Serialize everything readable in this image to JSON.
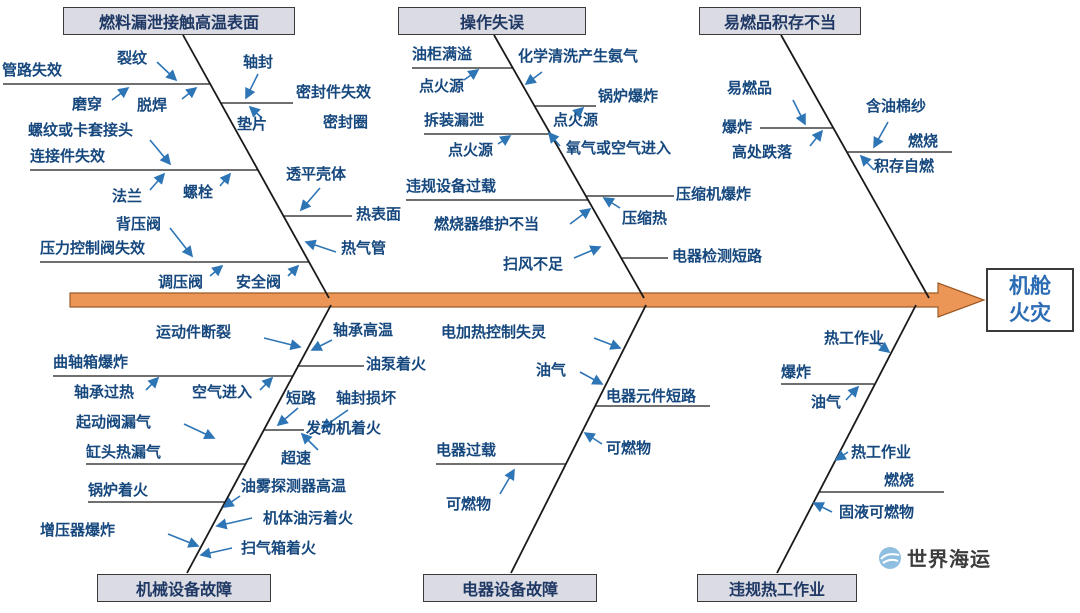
{
  "effect": {
    "label": "机舱火灾",
    "line1": "机舱",
    "line2": "火灾"
  },
  "watermark": {
    "text": "世界海运",
    "icon": "globe-icon"
  },
  "colors": {
    "spine": "#EB9556",
    "spine_border": "#9C5A28",
    "arrow": "#2E75B6",
    "label_text": "#16487E",
    "category_fill": "#DBDBE4",
    "effect_text": "#2B6CB5"
  },
  "branches": [
    {
      "title": "燃料漏泄接触高温表面",
      "labels": [
        "裂纹",
        "管路失效",
        "磨穿",
        "脱焊",
        "螺纹或卡套接头",
        "连接件失效",
        "法兰",
        "螺栓",
        "背压阀",
        "压力控制阀失效",
        "调压阀",
        "安全阀",
        "轴封",
        "密封件失效",
        "垫片",
        "密封圈",
        "透平壳体",
        "热表面",
        "热气管"
      ]
    },
    {
      "title": "操作失误",
      "labels": [
        "油柜满溢",
        "点火源",
        "拆装漏泄",
        "点火源",
        "违规设备过载",
        "燃烧器维护不当",
        "扫风不足",
        "化学清洗产生氨气",
        "锅炉爆炸",
        "点火源",
        "氧气或空气进入",
        "压缩机爆炸",
        "压缩热",
        "电器检测短路"
      ]
    },
    {
      "title": "易燃品积存不当",
      "labels": [
        "易燃品",
        "爆炸",
        "高处跌落",
        "含油棉纱",
        "燃烧",
        "积存自燃"
      ]
    },
    {
      "title": "机械设备故障",
      "labels": [
        "运动件断裂",
        "曲轴箱爆炸",
        "轴承过热",
        "空气进入",
        "起动阀漏气",
        "缸头热漏气",
        "锅炉着火",
        "增压器爆炸",
        "轴承高温",
        "油泵着火",
        "短路",
        "轴封损坏",
        "发动机着火",
        "超速",
        "油雾探测器高温",
        "机体油污着火",
        "扫气箱着火"
      ]
    },
    {
      "title": "电器设备故障",
      "labels": [
        "电加热控制失灵",
        "油气",
        "电器元件短路",
        "可燃物",
        "电器过载",
        "可燃物"
      ]
    },
    {
      "title": "违规热工作业",
      "labels": [
        "热工作业",
        "爆炸",
        "油气",
        "热工作业",
        "燃烧",
        "固液可燃物"
      ]
    }
  ]
}
